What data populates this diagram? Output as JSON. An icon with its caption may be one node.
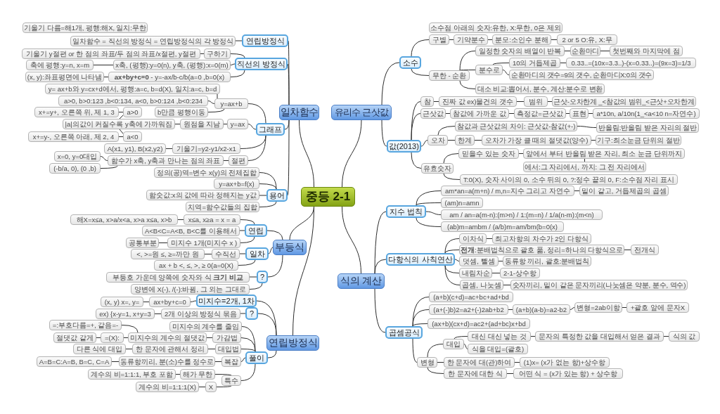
{
  "diagram": {
    "nodes": [
      {
        "text": [
          "중등 2-1"
        ]
      },
      {
        "text": [
          "기울기 다름=해1개, 평행:해X, 일치:무한"
        ]
      },
      {
        "text": [
          "일차함수 = 직선의 방정식 = 연립방정식의 각 방정식"
        ]
      },
      {
        "text": [
          "연립방정식"
        ]
      },
      {
        "text": [
          "기울기 y절편 or 한 점의 좌표/두 점의 좌표/x절편, y절편"
        ]
      },
      {
        "text": [
          "구하기"
        ]
      },
      {
        "text": [
          "축에 평행:y=n, x=m"
        ]
      },
      {
        "text": [
          "x축, (평행):y=0(n), y축, (평행):x=0(m)"
        ]
      },
      {
        "text": [
          "직선의 방정식"
        ]
      },
      {
        "text": [
          "(x, y):좌표평면에 나타냄"
        ]
      },
      {
        "text": [
          "**ax+by+c=0** - y=-ax/b-c/b(a=0 ,b=0(x)"
        ]
      },
      {
        "text": [
          "y= ax+b와 y=cx+d에서, 평행:a=c, b=d(X), 일치:a=c, b=d"
        ]
      },
      {
        "text": [
          "a>0, b>0:123 ,b<0:134, a<0, b>0:124 ,b<0:234"
        ]
      },
      {
        "text": [
          "y=ax+b"
        ]
      },
      {
        "text": [
          "일차함수"
        ]
      },
      {
        "text": [
          "x+=y+, 오른쪽 위, 제 1, 3"
        ]
      },
      {
        "text": [
          "a>0"
        ]
      },
      {
        "text": [
          "b만큼 평행이동"
        ]
      },
      {
        "text": [
          "|a|의값이 커질수록 y축에 가까워짐"
        ]
      },
      {
        "text": [
          "원점을 지남"
        ]
      },
      {
        "text": [
          "y=ax"
        ]
      },
      {
        "text": [
          "그래프"
        ]
      },
      {
        "text": [
          "x+=y-, 오른쪽 아래, 제 2, 4"
        ]
      },
      {
        "text": [
          "a<0"
        ]
      },
      {
        "text": [
          "A(x1, y1), B(x2,y2)"
        ]
      },
      {
        "text": [
          "기울기=y2-y1/x2-x1"
        ]
      },
      {
        "text": [
          "x=0, y=0대입"
        ]
      },
      {
        "text": [
          "함수가 x축, y축과 만나는 점의 좌표"
        ]
      },
      {
        "text": [
          "절편"
        ]
      },
      {
        "text": [
          "(-b/a, 0), (0 ,b)"
        ]
      },
      {
        "text": [
          "정의(공)역=변수 x(y)의 전체집합"
        ]
      },
      {
        "text": [
          "y=ax+b=f(x)"
        ]
      },
      {
        "text": [
          "함숫값:x의 값에 따라 정해지는 y값"
        ]
      },
      {
        "text": [
          "용어"
        ]
      },
      {
        "text": [
          "치역=함수값들의 집합"
        ]
      },
      {
        "text": [
          "해X=x≤a, x>a/x<a, x>a x≤a, x>b"
        ]
      },
      {
        "text": [
          "x≤a, x≥a = x = a"
        ]
      },
      {
        "text": [
          "A<B<C=A<B, B<C를 이용해서"
        ]
      },
      {
        "text": [
          "연립"
        ]
      },
      {
        "text": [
          "공통부분"
        ]
      },
      {
        "text": [
          "미지수 1개(미지수 x )"
        ]
      },
      {
        "text": [
          "부등식"
        ]
      },
      {
        "text": [
          "<, >=원 ≤, ≥=까만 원"
        ]
      },
      {
        "text": [
          "수직선"
        ]
      },
      {
        "text": [
          "일차"
        ]
      },
      {
        "text": [
          "ax + b <, ≤, >, ≥ 0(a=0(X)"
        ]
      },
      {
        "text": [
          "부등호 가운데 양쪽에 숫자와 식 **크기 비교**"
        ]
      },
      {
        "text": [
          "?"
        ]
      },
      {
        "text": [
          "양변에 X(-), /(-):바뀜, 그 외는 그대로"
        ]
      },
      {
        "text": [
          "(x, y) x=, y="
        ]
      },
      {
        "text": [
          "ax+by+c=0"
        ]
      },
      {
        "text": [
          "미지수=2개, 1차"
        ]
      },
      {
        "text": [
          "ex) {x-y=1, x+y=3"
        ]
      },
      {
        "text": [
          "2개 이상의 방정식 묶음"
        ]
      },
      {
        "text": [
          "?"
        ]
      },
      {
        "text": [
          "=:부호다름=+, 같음=-"
        ]
      },
      {
        "text": [
          "미지수의 계수를 줄임"
        ]
      },
      {
        "text": [
          "절댓값 같게"
        ]
      },
      {
        "text": [
          "=(X):"
        ]
      },
      {
        "text": [
          "미지수의 계수의 절댓값"
        ]
      },
      {
        "text": [
          "가감법"
        ]
      },
      {
        "text": [
          "연립방정식"
        ]
      },
      {
        "text": [
          "다른 식에 대입"
        ]
      },
      {
        "text": [
          "한 문자에 관해서 정리"
        ]
      },
      {
        "text": [
          "대입법"
        ]
      },
      {
        "text": [
          "풀이"
        ]
      },
      {
        "text": [
          "A=B=C:A=B, B=C, C=A"
        ]
      },
      {
        "text": [
          "동류항끼리, 분(소)수를 정수로"
        ]
      },
      {
        "text": [
          "복잡"
        ]
      },
      {
        "text": [
          "계수의 비=1:1:1, 부호 포함"
        ]
      },
      {
        "text": [
          "해가 무한"
        ]
      },
      {
        "text": [
          "특수"
        ]
      },
      {
        "text": [
          "계수의 비=1:1:1(X)"
        ]
      },
      {
        "text": [
          "X"
        ]
      },
      {
        "text": [
          "소수점 아래의 숫자:유한, X:무한, 0은 제외"
        ]
      },
      {
        "text": [
          "구별"
        ]
      },
      {
        "text": [
          "기약분수"
        ]
      },
      {
        "text": [
          "분모:소인수 분해"
        ]
      },
      {
        "text": [
          "2 or 5 O:유, X:무"
        ]
      },
      {
        "text": [
          "일정한 숫자의 배열이 반복"
        ]
      },
      {
        "text": [
          "순환마디"
        ]
      },
      {
        "text": [
          "첫번째와 마지막에 점"
        ]
      },
      {
        "text": [
          "소수"
        ]
      },
      {
        "text": [
          "10의 거듭제곱"
        ]
      },
      {
        "text": [
          "0.33..=(10x=3.3..)-(x=0.33..)=(9x=3)=1/3"
        ]
      },
      {
        "text": [
          "분수로"
        ]
      },
      {
        "text": [
          "무한 - 순환"
        ]
      },
      {
        "text": [
          "순환마디의 갯수=9의 갯수, 순환마디X:0의 갯수"
        ]
      },
      {
        "text": [
          "대소 비교:뽑어서, 분수, 계산:분수로 변환"
        ]
      },
      {
        "text": [
          "유리수 근삿값"
        ]
      },
      {
        "text": [
          "참"
        ]
      },
      {
        "text": [
          "진짜 값 ex)물건의 갯수"
        ]
      },
      {
        "text": [
          "범위"
        ]
      },
      {
        "text": [
          "근삿-오차한계 _<참값의 범위_<근삿+오차한계"
        ]
      },
      {
        "text": [
          "근삿값"
        ]
      },
      {
        "text": [
          "참값에 가까운 값"
        ]
      },
      {
        "text": [
          "측정값=근삿값"
        ]
      },
      {
        "text": [
          "표현"
        ]
      },
      {
        "text": [
          "a*10n, a/10n(1_<a<10 n=자연수)"
        ]
      },
      {
        "text": [
          "참값과 근삿값의 차이: 근삿값-참값(+-)"
        ]
      },
      {
        "text": [
          "반올림:반올림 받은 자리의 절반"
        ]
      },
      {
        "text": [
          "오차"
        ]
      },
      {
        "text": [
          "한계"
        ]
      },
      {
        "text": [
          "오차가 가장 클 때의 절댓값(양수)"
        ]
      },
      {
        "text": [
          "기구:최소눈금 단위의 절반"
        ]
      },
      {
        "text": [
          "값(2013)"
        ]
      },
      {
        "text": [
          "믿을수 있는 숫자"
        ]
      },
      {
        "text": [
          "앞에서 부터 반올림 받은 자리, 최소 눈금 단위까지"
        ]
      },
      {
        "text": [
          "에서:그 자리에서, 까지: 그 전 자리에서"
        ]
      },
      {
        "text": [
          "유효숫자"
        ]
      },
      {
        "text": [
          "T:0(X), 숫자 사이의 0, 소수 뒤의 0, ?:정수 끝의 0, F:소수점 자리 표시"
        ]
      },
      {
        "text": [
          "am*an=a(m+n) / m,n=지수 그리고 자연수"
        ]
      },
      {
        "text": [
          "밑이 같고, 거듭제곱의 곱셈"
        ]
      },
      {
        "text": [
          "(am)n=amn"
        ]
      },
      {
        "text": [
          "지수 법칙"
        ]
      },
      {
        "text": [
          "am / an=a(m-n):(m>n) / 1:(m=n) / 1/a(n-m):(m<n)"
        ]
      },
      {
        "text": [
          "(ab)m=ambm / (a/b)m=am/bm(b=0(x)"
        ]
      },
      {
        "text": [
          "이차식"
        ]
      },
      {
        "text": [
          "최고차항의 차수가 2인 다항식"
        ]
      },
      {
        "text": [
          "**전개**:분배법칙으로 괄호 풂, 정리=하나의 다항식으로"
        ]
      },
      {
        "text": [
          "전개식"
        ]
      },
      {
        "text": [
          "다항식의 사칙연산"
        ]
      },
      {
        "text": [
          "덧셈, 뺄셈"
        ]
      },
      {
        "text": [
          "동류항 끼리, 괄호:분배법칙"
        ]
      },
      {
        "text": [
          "내림차순"
        ]
      },
      {
        "text": [
          "2-1-상수항"
        ]
      },
      {
        "text": [
          "식의 계산"
        ]
      },
      {
        "text": [
          "곱셈, 나눗셈"
        ]
      },
      {
        "text": [
          "숫자끼리, 밑이 같은 문자끼리(나눗셈은 약분, 분수, 역수)"
        ]
      },
      {
        "text": [
          "(a+b)(c+d)=ac+bc+ad+bd"
        ]
      },
      {
        "text": [
          "(a+(-)b)2=a2+(-)2ab+b2"
        ]
      },
      {
        "text": [
          "(a+b)(a-b)=a2-b2"
        ]
      },
      {
        "text": [
          "변형=2ab이항"
        ]
      },
      {
        "text": [
          "+괄호 앞에 문자X"
        ]
      },
      {
        "text": [
          "(ax+b)(cx+d)=ac2+(ad+bc)x+bd"
        ]
      },
      {
        "text": [
          "곱셈공식"
        ]
      },
      {
        "text": [
          "대신 대신 넣는 것"
        ]
      },
      {
        "text": [
          "문자의 특정한 값을 대입해서 얻은 결과"
        ]
      },
      {
        "text": [
          "식의 값"
        ]
      },
      {
        "text": [
          "대입"
        ]
      },
      {
        "text": [
          "식을 대입=(괄호)"
        ]
      },
      {
        "text": [
          "변형"
        ]
      },
      {
        "text": [
          "한 문자에 대(관)하여"
        ]
      },
      {
        "text": [
          "(1)x= (x가 없는 항)+상수항"
        ]
      },
      {
        "text": [
          "한 문자에 대한 식"
        ]
      },
      {
        "text": [
          "어떤 식 = (x가 있는 항) + 상수항"
        ]
      }
    ],
    "edges": [
      {
        "from": 0,
        "to": 14,
        "arrow": "none"
      },
      {
        "from": 0,
        "to": 41,
        "arrow": "none"
      },
      {
        "from": 0,
        "to": 61,
        "arrow": "none"
      },
      {
        "from": 0,
        "to": 89,
        "arrow": "none"
      },
      {
        "from": 0,
        "to": 126,
        "arrow": "none"
      },
      {
        "from": 14,
        "to": 3,
        "arrow": "none"
      },
      {
        "from": 14,
        "to": 8,
        "arrow": "none"
      },
      {
        "from": 14,
        "to": 21,
        "arrow": "none"
      },
      {
        "from": 14,
        "to": 33,
        "arrow": "none"
      },
      {
        "from": 3,
        "to": 2,
        "arrow": "none"
      },
      {
        "from": 8,
        "to": 5,
        "arrow": "none"
      },
      {
        "from": 8,
        "to": 7,
        "arrow": "none"
      },
      {
        "from": 8,
        "to": 10,
        "arrow": "none"
      },
      {
        "from": 5,
        "to": 4,
        "arrow": "none"
      },
      {
        "from": 7,
        "to": 6,
        "arrow": "none"
      },
      {
        "from": 10,
        "to": 9,
        "arrow": "none"
      },
      {
        "from": 21,
        "to": 13,
        "arrow": "none"
      },
      {
        "from": 21,
        "to": 20,
        "arrow": "none"
      },
      {
        "from": 21,
        "to": 25,
        "arrow": "none"
      },
      {
        "from": 21,
        "to": 28,
        "arrow": "none"
      },
      {
        "from": 13,
        "to": 11,
        "arrow": "none"
      },
      {
        "from": 13,
        "to": 12,
        "arrow": "none"
      },
      {
        "from": 13,
        "to": 17,
        "arrow": "none"
      },
      {
        "from": 20,
        "to": 19,
        "arrow": "none"
      },
      {
        "from": 19,
        "to": 18,
        "arrow": "none"
      },
      {
        "from": 18,
        "to": 16,
        "arrow": "none"
      },
      {
        "from": 18,
        "to": 23,
        "arrow": "none"
      },
      {
        "from": 16,
        "to": 15,
        "arrow": "none"
      },
      {
        "from": 23,
        "to": 22,
        "arrow": "none"
      },
      {
        "from": 25,
        "to": 24,
        "arrow": "none"
      },
      {
        "from": 28,
        "to": 27,
        "arrow": "none"
      },
      {
        "from": 27,
        "to": 26,
        "arrow": "none"
      },
      {
        "from": 27,
        "to": 29,
        "arrow": "none"
      },
      {
        "from": 33,
        "to": 30,
        "arrow": "none"
      },
      {
        "from": 33,
        "to": 31,
        "arrow": "none"
      },
      {
        "from": 33,
        "to": 32,
        "arrow": "none"
      },
      {
        "from": 33,
        "to": 34,
        "arrow": "none"
      },
      {
        "from": 41,
        "to": 38,
        "arrow": "none"
      },
      {
        "from": 41,
        "to": 44,
        "arrow": "none"
      },
      {
        "from": 41,
        "to": 47,
        "arrow": "none"
      },
      {
        "from": 38,
        "to": 36,
        "arrow": "none"
      },
      {
        "from": 38,
        "to": 37,
        "arrow": "none"
      },
      {
        "from": 38,
        "to": 40,
        "arrow": "none"
      },
      {
        "from": 36,
        "to": 35,
        "arrow": "none"
      },
      {
        "from": 40,
        "to": 39,
        "arrow": "none"
      },
      {
        "from": 44,
        "to": 43,
        "arrow": "none"
      },
      {
        "from": 44,
        "to": 45,
        "arrow": "none"
      },
      {
        "from": 43,
        "to": 42,
        "arrow": "none"
      },
      {
        "from": 47,
        "to": 46,
        "arrow": "none"
      },
      {
        "from": 47,
        "to": 48,
        "arrow": "none"
      },
      {
        "from": 61,
        "to": 51,
        "arrow": "none"
      },
      {
        "from": 61,
        "to": 54,
        "arrow": "none"
      },
      {
        "from": 61,
        "to": 65,
        "arrow": "none"
      },
      {
        "from": 51,
        "to": 50,
        "arrow": "none"
      },
      {
        "from": 50,
        "to": 49,
        "arrow": "none"
      },
      {
        "from": 54,
        "to": 53,
        "arrow": "none"
      },
      {
        "from": 53,
        "to": 52,
        "arrow": "none"
      },
      {
        "from": 65,
        "to": 56,
        "arrow": "none"
      },
      {
        "from": 65,
        "to": 60,
        "arrow": "none"
      },
      {
        "from": 65,
        "to": 64,
        "arrow": "none"
      },
      {
        "from": 65,
        "to": 68,
        "arrow": "none"
      },
      {
        "from": 65,
        "to": 71,
        "arrow": "none"
      },
      {
        "from": 60,
        "to": 59,
        "arrow": "none"
      },
      {
        "from": 59,
        "to": 58,
        "arrow": "none"
      },
      {
        "from": 58,
        "to": 57,
        "arrow": "none"
      },
      {
        "from": 59,
        "to": 55,
        "arrow": "none"
      },
      {
        "from": 64,
        "to": 63,
        "arrow": "none"
      },
      {
        "from": 63,
        "to": 62,
        "arrow": "none"
      },
      {
        "from": 68,
        "to": 67,
        "arrow": "none"
      },
      {
        "from": 67,
        "to": 66,
        "arrow": "none"
      },
      {
        "from": 71,
        "to": 70,
        "arrow": "none"
      },
      {
        "from": 71,
        "to": 73,
        "arrow": "none"
      },
      {
        "from": 70,
        "to": 69,
        "arrow": "none"
      },
      {
        "from": 73,
        "to": 72,
        "arrow": "none"
      },
      {
        "from": 89,
        "to": 82,
        "arrow": "none"
      },
      {
        "from": 89,
        "to": 105,
        "arrow": "none"
      },
      {
        "from": 82,
        "to": 75,
        "arrow": "none"
      },
      {
        "from": 82,
        "to": 86,
        "arrow": "none"
      },
      {
        "from": 75,
        "to": 76,
        "arrow": "none"
      },
      {
        "from": 76,
        "to": 77,
        "arrow": "none"
      },
      {
        "from": 77,
        "to": 78,
        "arrow": "none"
      },
      {
        "from": 86,
        "to": 79,
        "arrow": "none"
      },
      {
        "from": 86,
        "to": 85,
        "arrow": "none"
      },
      {
        "from": 86,
        "to": 88,
        "arrow": "none"
      },
      {
        "from": 79,
        "to": 80,
        "arrow": "none"
      },
      {
        "from": 80,
        "to": 81,
        "arrow": "none"
      },
      {
        "from": 85,
        "to": 83,
        "arrow": "none"
      },
      {
        "from": 85,
        "to": 87,
        "arrow": "none"
      },
      {
        "from": 83,
        "to": 84,
        "arrow": "none"
      },
      {
        "from": 105,
        "to": 90,
        "arrow": "none"
      },
      {
        "from": 105,
        "to": 94,
        "arrow": "none"
      },
      {
        "from": 105,
        "to": 101,
        "arrow": "none"
      },
      {
        "from": 105,
        "to": 109,
        "arrow": "none"
      },
      {
        "from": 90,
        "to": 91,
        "arrow": "none"
      },
      {
        "from": 91,
        "to": 92,
        "arrow": "none"
      },
      {
        "from": 92,
        "to": 93,
        "arrow": "none"
      },
      {
        "from": 94,
        "to": 95,
        "arrow": "none"
      },
      {
        "from": 95,
        "to": 96,
        "arrow": "none"
      },
      {
        "from": 96,
        "to": 97,
        "arrow": "none"
      },
      {
        "from": 97,
        "to": 98,
        "arrow": "none"
      },
      {
        "from": 101,
        "to": 99,
        "arrow": "none"
      },
      {
        "from": 101,
        "to": 102,
        "arrow": "none"
      },
      {
        "from": 102,
        "to": 103,
        "arrow": "none"
      },
      {
        "from": 103,
        "to": 104,
        "arrow": "none"
      },
      {
        "from": 99,
        "to": 100,
        "arrow": "none"
      },
      {
        "from": 109,
        "to": 106,
        "arrow": "none"
      },
      {
        "from": 109,
        "to": 110,
        "arrow": "none"
      },
      {
        "from": 106,
        "to": 107,
        "arrow": "none"
      },
      {
        "from": 107,
        "to": 108,
        "arrow": "none"
      },
      {
        "from": 126,
        "to": 114,
        "arrow": "none"
      },
      {
        "from": 126,
        "to": 121,
        "arrow": "none"
      },
      {
        "from": 126,
        "to": 135,
        "arrow": "none"
      },
      {
        "from": 114,
        "to": 111,
        "arrow": "none"
      },
      {
        "from": 114,
        "to": 113,
        "arrow": "none"
      },
      {
        "from": 114,
        "to": 115,
        "arrow": "none"
      },
      {
        "from": 114,
        "to": 116,
        "arrow": "none"
      },
      {
        "from": 111,
        "to": 112,
        "arrow": "none"
      },
      {
        "from": 121,
        "to": 117,
        "arrow": "none"
      },
      {
        "from": 121,
        "to": 119,
        "arrow": "none"
      },
      {
        "from": 121,
        "to": 122,
        "arrow": "none"
      },
      {
        "from": 121,
        "to": 124,
        "arrow": "none"
      },
      {
        "from": 121,
        "to": 127,
        "arrow": "none"
      },
      {
        "from": 117,
        "to": 118,
        "arrow": "none"
      },
      {
        "from": 119,
        "to": 120,
        "arrow": "none"
      },
      {
        "from": 122,
        "to": 123,
        "arrow": "none"
      },
      {
        "from": 124,
        "to": 125,
        "arrow": "none"
      },
      {
        "from": 127,
        "to": 128,
        "arrow": "none"
      },
      {
        "from": 135,
        "to": 129,
        "arrow": "none"
      },
      {
        "from": 135,
        "to": 130,
        "arrow": "none"
      },
      {
        "from": 135,
        "to": 134,
        "arrow": "none"
      },
      {
        "from": 135,
        "to": 141,
        "arrow": "none"
      },
      {
        "from": 130,
        "to": 131,
        "arrow": "none"
      },
      {
        "from": 131,
        "to": 132,
        "arrow": "none"
      },
      {
        "from": 132,
        "to": 133,
        "arrow": "none"
      },
      {
        "from": 141,
        "to": 139,
        "arrow": "none"
      },
      {
        "from": 141,
        "to": 142,
        "arrow": "none"
      },
      {
        "from": 141,
        "to": 144,
        "arrow": "none"
      },
      {
        "from": 139,
        "to": 136,
        "arrow": "none"
      },
      {
        "from": 139,
        "to": 140,
        "arrow": "none"
      },
      {
        "from": 136,
        "to": 137,
        "arrow": "none"
      },
      {
        "from": 137,
        "to": 138,
        "arrow": "none"
      },
      {
        "from": 142,
        "to": 143,
        "arrow": "none"
      },
      {
        "from": 144,
        "to": 145,
        "arrow": "none"
      }
    ]
  }
}
